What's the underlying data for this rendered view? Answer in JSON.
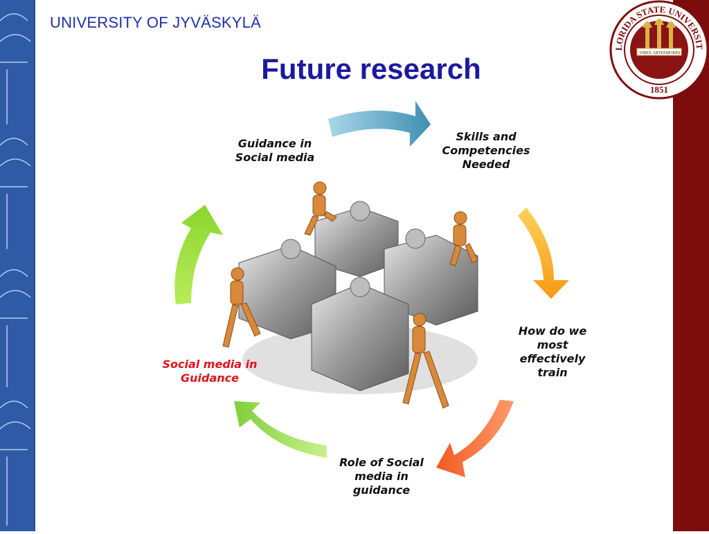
{
  "header": {
    "university_name": "UNIVERSITY OF JYVÄSKYLÄ",
    "slide_title": "Future research"
  },
  "seal": {
    "ring_text": "FLORIDA STATE UNIVERSITY",
    "year": "1851",
    "banners": [
      "VIRES",
      "ARTES",
      "MORES"
    ]
  },
  "cycle": {
    "items": [
      {
        "label": "Skills and Competencies Needed",
        "color": "#111111"
      },
      {
        "label": "How do we most effectively train",
        "color": "#111111"
      },
      {
        "label": "Role of Social media in guidance",
        "color": "#111111"
      },
      {
        "label": "Social media in Guidance",
        "color": "#e0141b"
      },
      {
        "label": "Guidance in Social media",
        "color": "#111111"
      }
    ],
    "arrow_colors": [
      "#5aa8c8",
      "#f5a21e",
      "#f36a2a",
      "#8fd44a",
      "#9be03a"
    ]
  },
  "colors": {
    "left_band": "#2f5aa6",
    "right_band": "#7d0c0c",
    "title": "#1a1aa0"
  }
}
